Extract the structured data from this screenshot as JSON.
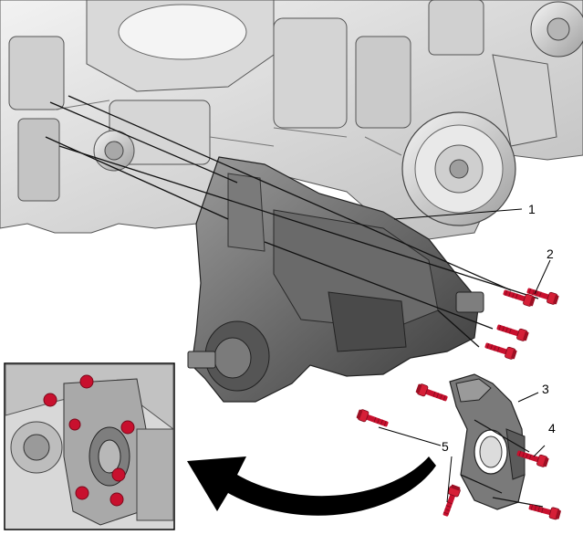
{
  "callouts": [
    {
      "id": "1",
      "text": "1"
    },
    {
      "id": "2",
      "text": "2"
    },
    {
      "id": "3",
      "text": "3"
    },
    {
      "id": "4",
      "text": "4"
    },
    {
      "id": "5",
      "text": "5"
    }
  ],
  "colors": {
    "bolt": "#c8102e",
    "bolt_dark": "#7a0a1c",
    "engine_light": "#e6e6e6",
    "engine_mid": "#bdbdbd",
    "engine_dark": "#8a8a8a",
    "case_light": "#8c8c8c",
    "case_mid": "#5e5e5e",
    "case_dark": "#3a3a3a",
    "arrow": "#000000"
  },
  "icons": {
    "bolt": "bolt-icon",
    "direction_arrow": "curved-arrow-icon"
  }
}
